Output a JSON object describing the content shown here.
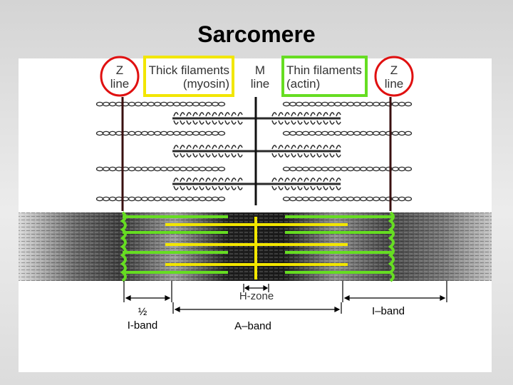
{
  "title": "Sarcomere",
  "labels": {
    "z_line_left": [
      "Z",
      "line"
    ],
    "thick_filaments": [
      "Thick filaments",
      "(myosin)"
    ],
    "m_line": [
      "M",
      "line"
    ],
    "thin_filaments": [
      "Thin filaments",
      "(actin)"
    ],
    "z_line_right": [
      "Z",
      "line"
    ]
  },
  "bands": {
    "h_zone": "H-zone",
    "half_i_band": [
      "½",
      "I-band"
    ],
    "a_band": "A–band",
    "i_band": "I–band"
  },
  "colors": {
    "z_line_highlight": "#e01010",
    "thick_highlight": "#f2e600",
    "thin_highlight": "#66dd22",
    "filament_dark": "#2a2a2a",
    "m_line_dark": "#111111"
  }
}
